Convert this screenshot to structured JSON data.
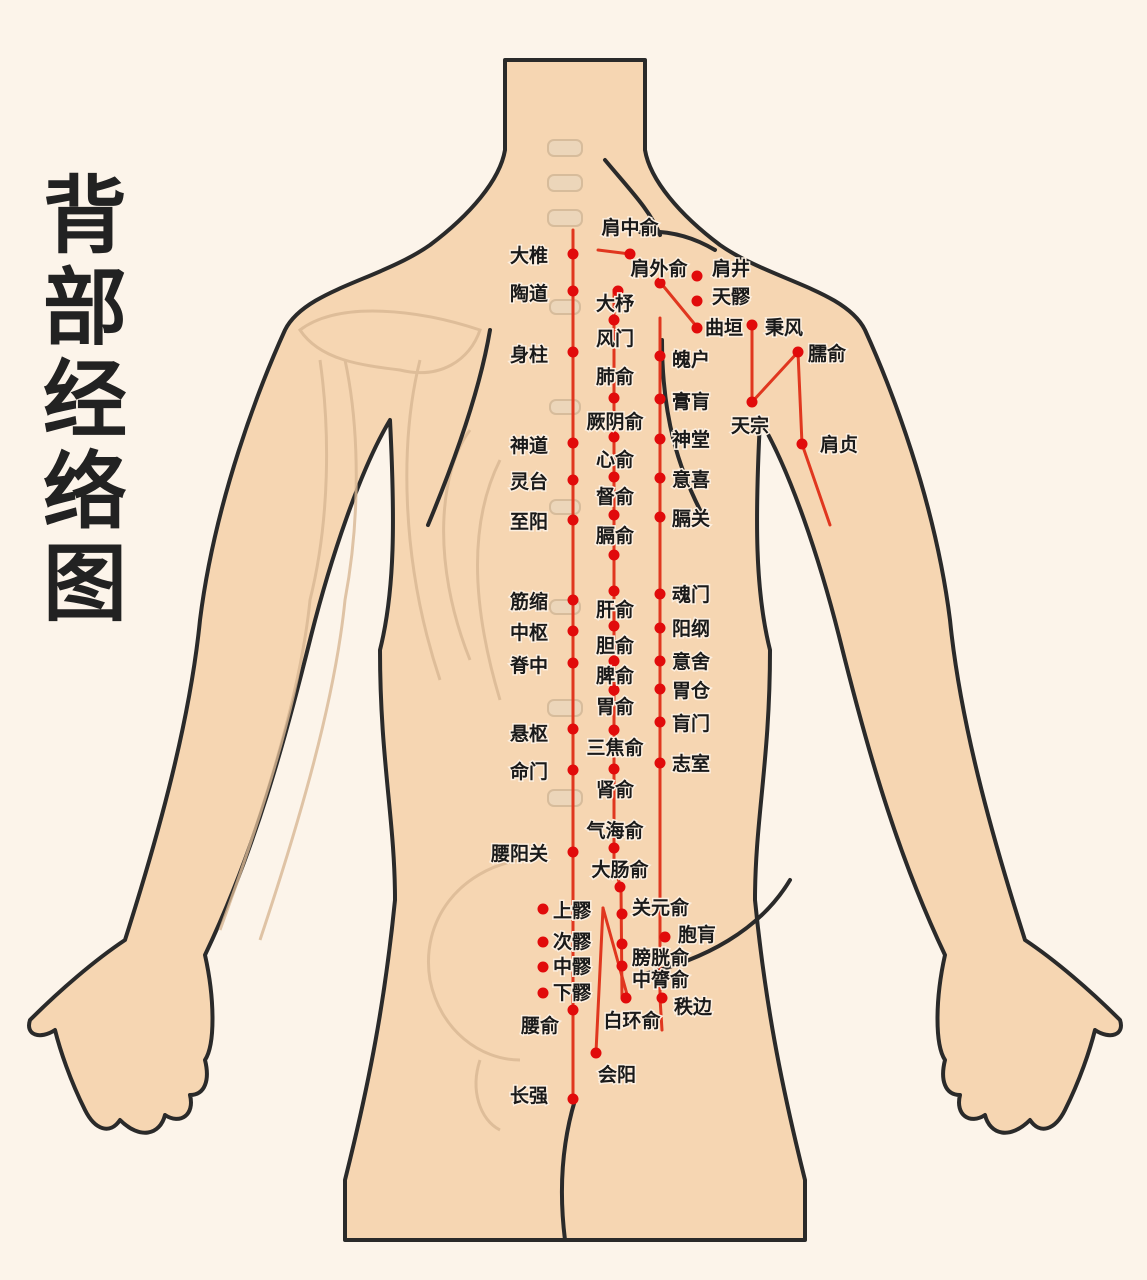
{
  "title": "背部经络图",
  "colors": {
    "background": "#fcf4ea",
    "skin": "#f7d7b3",
    "outline": "#2a2a2a",
    "meridian": "#e0371f",
    "point": "#e10b0b"
  },
  "acupoints": {
    "du_meridian": [
      "大椎",
      "陶道",
      "身柱",
      "神道",
      "灵台",
      "至阳",
      "筋缩",
      "中枢",
      "脊中",
      "悬枢",
      "命门",
      "腰阳关",
      "长强"
    ],
    "bladder_inner": [
      "大杼",
      "风门",
      "肺俞",
      "厥阴俞",
      "心俞",
      "督俞",
      "膈俞",
      "肝俞",
      "胆俞",
      "脾俞",
      "胃俞",
      "三焦俞",
      "肾俞",
      "气海俞",
      "大肠俞",
      "关元俞",
      "膀胱俞",
      "中膂俞",
      "白环俞"
    ],
    "sacral": [
      "上髎",
      "次髎",
      "中髎",
      "下髎",
      "腰俞",
      "会阳"
    ],
    "bladder_outer": [
      "魄户",
      "膏肓",
      "神堂",
      "意喜",
      "膈关",
      "魂门",
      "阳纲",
      "意舍",
      "胃仓",
      "肓门",
      "志室",
      "胞肓",
      "秩边"
    ],
    "shoulder": [
      "肩中俞",
      "肩外俞",
      "肩井",
      "天髎",
      "曲垣",
      "秉风",
      "臑俞",
      "天宗",
      "肩贞"
    ]
  }
}
